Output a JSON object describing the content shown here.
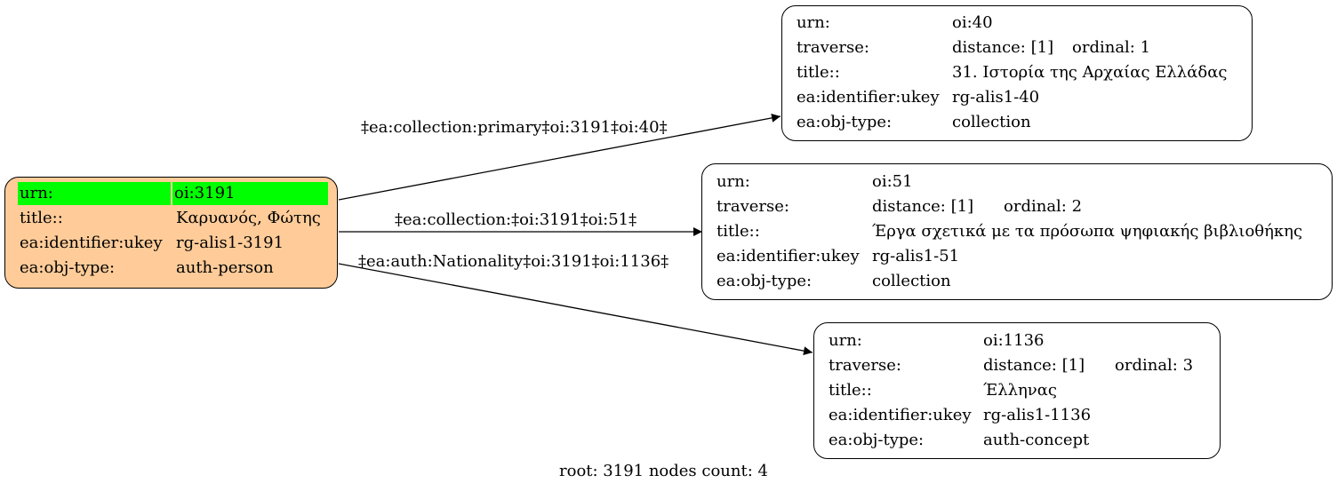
{
  "root_node": {
    "rows": [
      {
        "key": "urn:",
        "value": "oi:3191"
      },
      {
        "key": "title::",
        "value": "Καρυανός, Φώτης"
      },
      {
        "key": "ea:identifier:ukey",
        "value": "rg-alis1-3191"
      },
      {
        "key": "ea:obj-type:",
        "value": "auth-person"
      }
    ],
    "fill_color": "#ffcc99",
    "highlight_color": "#00ff00"
  },
  "nodes": [
    {
      "urn": "oi:40",
      "traverse_label": "traverse:",
      "distance": "distance: [1]",
      "ordinal": "ordinal: 1",
      "title": "31. Ιστορία της Αρχαίας Ελλάδας",
      "ukey": "rg-alis1-40",
      "obj_type": "collection"
    },
    {
      "urn": "oi:51",
      "traverse_label": "traverse:",
      "distance": "distance: [1]",
      "ordinal": "ordinal: 2",
      "title": "Έργα σχετικά με τα πρόσωπα ψηφιακής βιβλιοθήκης",
      "ukey": "rg-alis1-51",
      "obj_type": "collection"
    },
    {
      "urn": "oi:1136",
      "traverse_label": "traverse:",
      "distance": "distance: [1]",
      "ordinal": "ordinal: 3",
      "title": "Έλληνας",
      "ukey": "rg-alis1-1136",
      "obj_type": "auth-concept"
    }
  ],
  "keys": {
    "urn": "urn:",
    "title": "title::",
    "ukey": "ea:identifier:ukey",
    "obj_type": "ea:obj-type:"
  },
  "edges": [
    {
      "label": "‡ea:collection:primary‡oi:3191‡oi:40‡"
    },
    {
      "label": "‡ea:collection:‡oi:3191‡oi:51‡"
    },
    {
      "label": "‡ea:auth:Nationality‡oi:3191‡oi:1136‡"
    }
  ],
  "footer": "root: 3191 nodes count: 4"
}
